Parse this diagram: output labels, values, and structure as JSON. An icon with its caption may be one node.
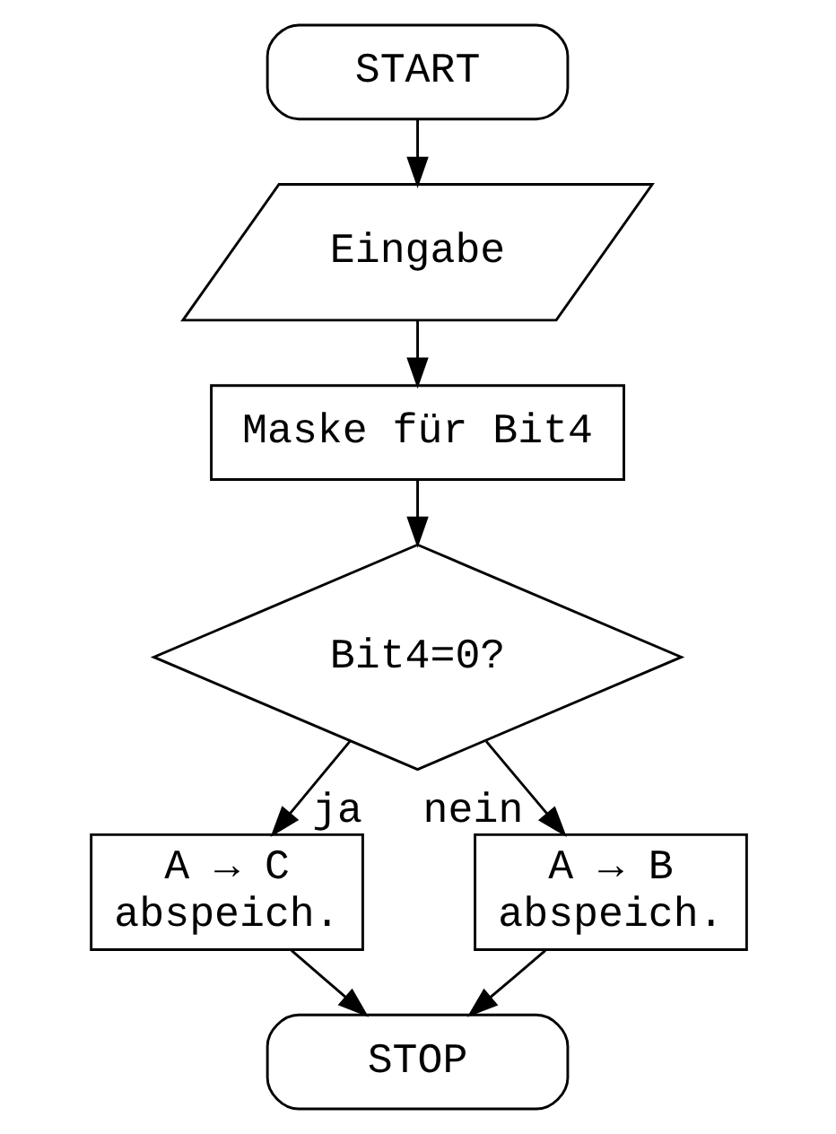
{
  "diagram": {
    "nodes": [
      {
        "text": [
          "START"
        ]
      },
      {
        "text": [
          "Eingabe"
        ]
      },
      {
        "text": [
          "Maske für Bit4"
        ]
      },
      {
        "text": [
          "Bit4=0?"
        ]
      },
      {
        "text": [
          "A → C",
          "abspeich."
        ]
      },
      {
        "text": [
          "A → B",
          "abspeich."
        ]
      },
      {
        "text": [
          "STOP"
        ]
      }
    ],
    "edges": [
      {
        "from": 0,
        "to": 1,
        "arrow": "to"
      },
      {
        "from": 1,
        "to": 2,
        "arrow": "to"
      },
      {
        "from": 2,
        "to": 3,
        "arrow": "to"
      },
      {
        "from": 3,
        "to": 4,
        "arrow": "to",
        "label": "ja"
      },
      {
        "from": 3,
        "to": 5,
        "arrow": "to",
        "label": "nein"
      },
      {
        "from": 4,
        "to": 6,
        "arrow": "to"
      },
      {
        "from": 5,
        "to": 6,
        "arrow": "to"
      }
    ]
  }
}
